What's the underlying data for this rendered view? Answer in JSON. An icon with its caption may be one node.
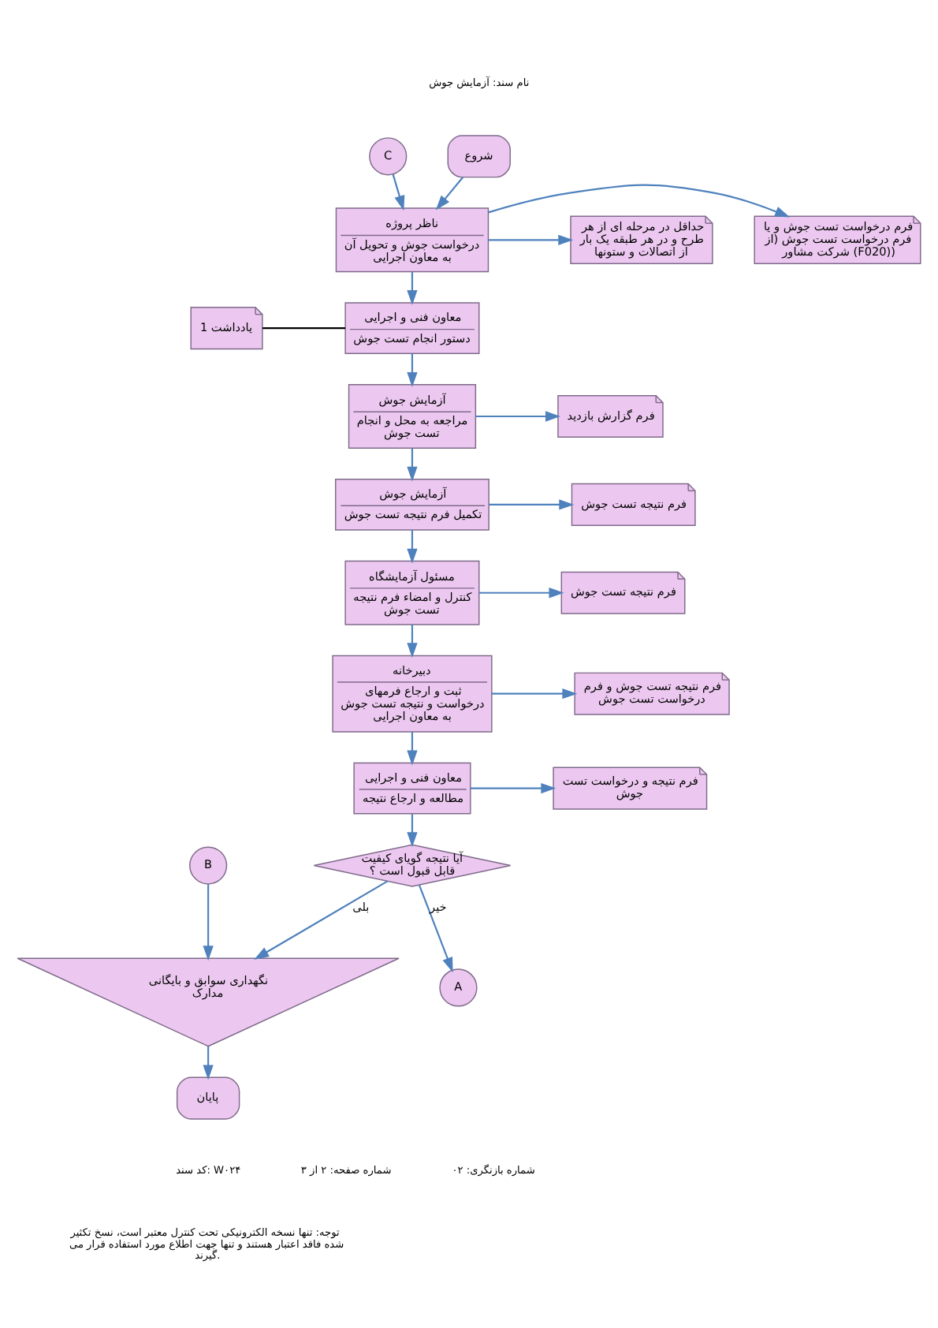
{
  "diagram": {
    "nodes": [
      {
        "text": [
          "شروع"
        ]
      },
      {
        "text": [
          "C"
        ]
      },
      {
        "text": [
          "ناظر پروژه",
          "درخواست جوش و تحویل آن به معاون اجرایی"
        ]
      },
      {
        "text": [
          "فرم درخواست تست جوش و یا فرم درخواست تست جوش (از شرکت مشاور (F020))"
        ]
      },
      {
        "text": [
          "حداقل در مرحله ای از هر طرح و در هر طبقه یک بار از اتصالات و ستونها"
        ]
      },
      {
        "text": [
          "معاون فنی و اجرایی",
          "دستور انجام تست جوش"
        ]
      },
      {
        "text": [
          "یادداشت 1"
        ]
      },
      {
        "text": [
          "آزمایش جوش",
          "مراجعه به محل و انجام تست جوش"
        ]
      },
      {
        "text": [
          "فرم گزارش بازدید"
        ]
      },
      {
        "text": [
          "آزمایش جوش",
          "تکمیل فرم نتیجه تست جوش"
        ]
      },
      {
        "text": [
          "فرم نتیجه تست جوش"
        ]
      },
      {
        "text": [
          "مسئول آزمایشگاه",
          "کنترل و امضاء فرم نتیجه تست جوش"
        ]
      },
      {
        "text": [
          "فرم نتیجه تست جوش"
        ]
      },
      {
        "text": [
          "دبیرخانه",
          "ثبت و ارجاع فرمهای درخواست و نتیجه تست جوش به معاون اجرایی"
        ]
      },
      {
        "text": [
          "فرم نتیجه تست جوش و فرم درخواست تست جوش"
        ]
      },
      {
        "text": [
          "معاون فنی و اجرایی",
          "مطالعه و ارجاع نتیجه"
        ]
      },
      {
        "text": [
          "فرم نتیجه و درخواست تست جوش"
        ]
      },
      {
        "text": [
          "آیا نتیجه گویای کیفیت قابل قبول است ؟"
        ]
      },
      {
        "text": [
          "A"
        ]
      },
      {
        "text": [
          "B"
        ]
      },
      {
        "text": [
          "نگهداری سوابق و بایگانی مدارک"
        ]
      },
      {
        "text": [
          "پایان"
        ]
      }
    ],
    "edges": [
      {
        "from": 0,
        "to": 2,
        "arrow": "to"
      },
      {
        "from": 1,
        "to": 2,
        "arrow": "to"
      },
      {
        "from": 2,
        "to": 3,
        "arrow": "to"
      },
      {
        "from": 2,
        "to": 4,
        "arrow": "to"
      },
      {
        "from": 2,
        "to": 5,
        "arrow": "to"
      },
      {
        "from": 6,
        "to": 5,
        "arrow": "none",
        "color": "#000000"
      },
      {
        "from": 5,
        "to": 7,
        "arrow": "to"
      },
      {
        "from": 7,
        "to": 8,
        "arrow": "to"
      },
      {
        "from": 7,
        "to": 9,
        "arrow": "to"
      },
      {
        "from": 9,
        "to": 10,
        "arrow": "to"
      },
      {
        "from": 9,
        "to": 11,
        "arrow": "to"
      },
      {
        "from": 11,
        "to": 12,
        "arrow": "to"
      },
      {
        "from": 11,
        "to": 13,
        "arrow": "to"
      },
      {
        "from": 13,
        "to": 14,
        "arrow": "to"
      },
      {
        "from": 13,
        "to": 15,
        "arrow": "to"
      },
      {
        "from": 15,
        "to": 16,
        "arrow": "to"
      },
      {
        "from": 15,
        "to": 17,
        "arrow": "to"
      },
      {
        "from": 17,
        "to": 20,
        "arrow": "to",
        "label": "بلی"
      },
      {
        "from": 17,
        "to": 18,
        "arrow": "to",
        "label": "خیر"
      },
      {
        "from": 19,
        "to": 20,
        "arrow": "to"
      },
      {
        "from": 20,
        "to": 21,
        "arrow": "to"
      }
    ],
    "labels": [
      "نام سند: آزمایش جوش",
      "کد سند: W۰۲۴",
      "شماره صفحه: ۲ از ۳",
      "شماره بازنگری: ۰۲",
      "توجه: تنها نسخه الکترونیکی تحت کنترل معتبر است، نسخ تکثیر شده فاقد اعتبار هستند و تنها جهت اطلاع مورد استفاده قرار می گیرند."
    ]
  }
}
